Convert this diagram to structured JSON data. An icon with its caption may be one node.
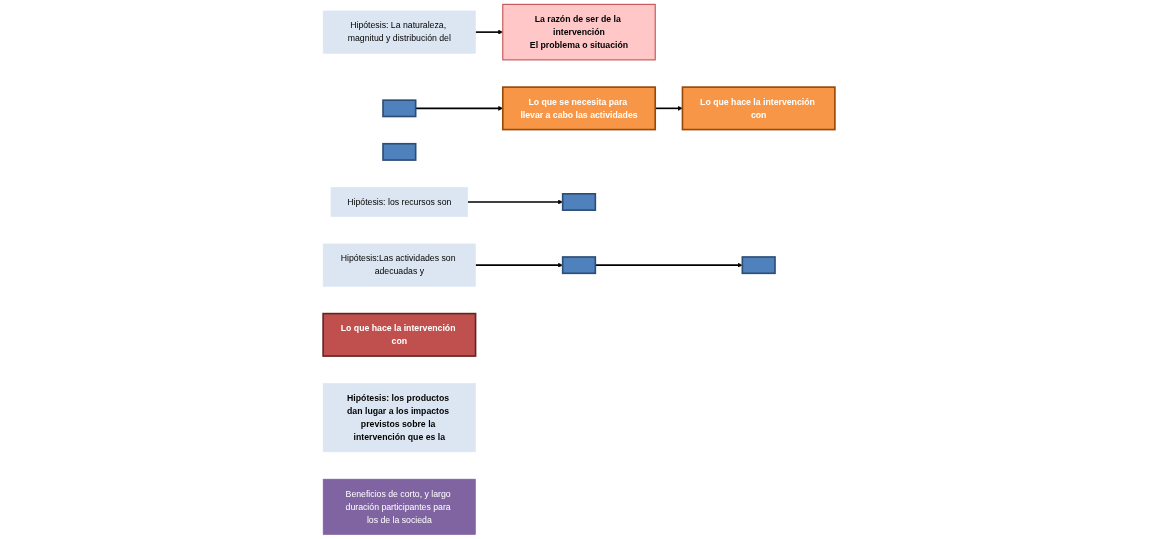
{
  "diagram": {
    "nodes": [
      {
        "text": [],
        "shape": "box"
      },
      {
        "text": [
          "La razón de ser de la intervención",
          "El problema o situación"
        ]
      },
      {
        "text": [
          "Hipótesis: La naturaleza, magnitud y distribución del"
        ]
      },
      {
        "text": [],
        "shape": "box"
      },
      {
        "text": [
          "Lo que se necesita para llevar a cabo las actividades"
        ]
      },
      {
        "text": [
          "Hipótesis: los recursos son"
        ]
      },
      {
        "text": [],
        "shape": "box"
      },
      {
        "text": [
          "Lo que hace la intervención con"
        ]
      },
      {
        "text": [
          "Hipótesis:Las actividades son adecuadas y"
        ]
      },
      {
        "text": [],
        "shape": "box"
      },
      {
        "text": [
          "Lo que hace la intervención con"
        ]
      },
      {
        "text": [],
        "shape": "box"
      },
      {
        "text": [
          "Hipótesis: los productos dan lugar a los impactos previstos sobre la intervención que es la"
        ]
      },
      {
        "text": [
          "Beneficios de corto, y largo duración participantes para los de la socieda"
        ]
      }
    ],
    "edges": [
      {
        "from": 0,
        "to": 4,
        "arrow": "to"
      },
      {
        "from": 2,
        "to": 1,
        "arrow": "to"
      },
      {
        "from": 4,
        "to": 7,
        "arrow": "to"
      },
      {
        "from": 5,
        "to": 6,
        "arrow": "to"
      },
      {
        "from": 8,
        "to": 9,
        "arrow": "to"
      },
      {
        "from": 9,
        "to": 11,
        "arrow": "to"
      }
    ]
  }
}
